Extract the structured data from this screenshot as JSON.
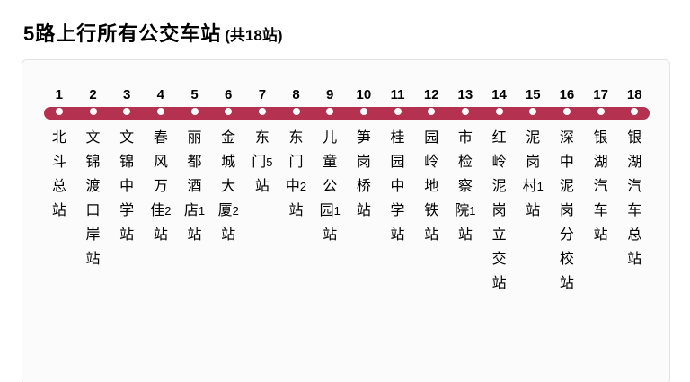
{
  "page": {
    "title": "5路上行所有公交车站",
    "subtitle": "(共18站)"
  },
  "line": {
    "color": "#b4324f",
    "stop_count": 18
  },
  "stations": [
    {
      "index": "1",
      "name": "北斗总站"
    },
    {
      "index": "2",
      "name": "文锦渡口岸站"
    },
    {
      "index": "3",
      "name": "文锦中学站"
    },
    {
      "index": "4",
      "name": "春风万佳2站"
    },
    {
      "index": "5",
      "name": "丽都酒店1站"
    },
    {
      "index": "6",
      "name": "金城大厦2站"
    },
    {
      "index": "7",
      "name": "东门5站"
    },
    {
      "index": "8",
      "name": "东门中2站"
    },
    {
      "index": "9",
      "name": "儿童公园1站"
    },
    {
      "index": "10",
      "name": "笋岗桥站"
    },
    {
      "index": "11",
      "name": "桂园中学站"
    },
    {
      "index": "12",
      "name": "园岭地铁站"
    },
    {
      "index": "13",
      "name": "市检察院1站"
    },
    {
      "index": "14",
      "name": "红岭泥岗立交站"
    },
    {
      "index": "15",
      "name": "泥岗村1站"
    },
    {
      "index": "16",
      "name": "深中泥岗分校站"
    },
    {
      "index": "17",
      "name": "银湖汽车站"
    },
    {
      "index": "18",
      "name": "银湖汽车总站"
    }
  ]
}
